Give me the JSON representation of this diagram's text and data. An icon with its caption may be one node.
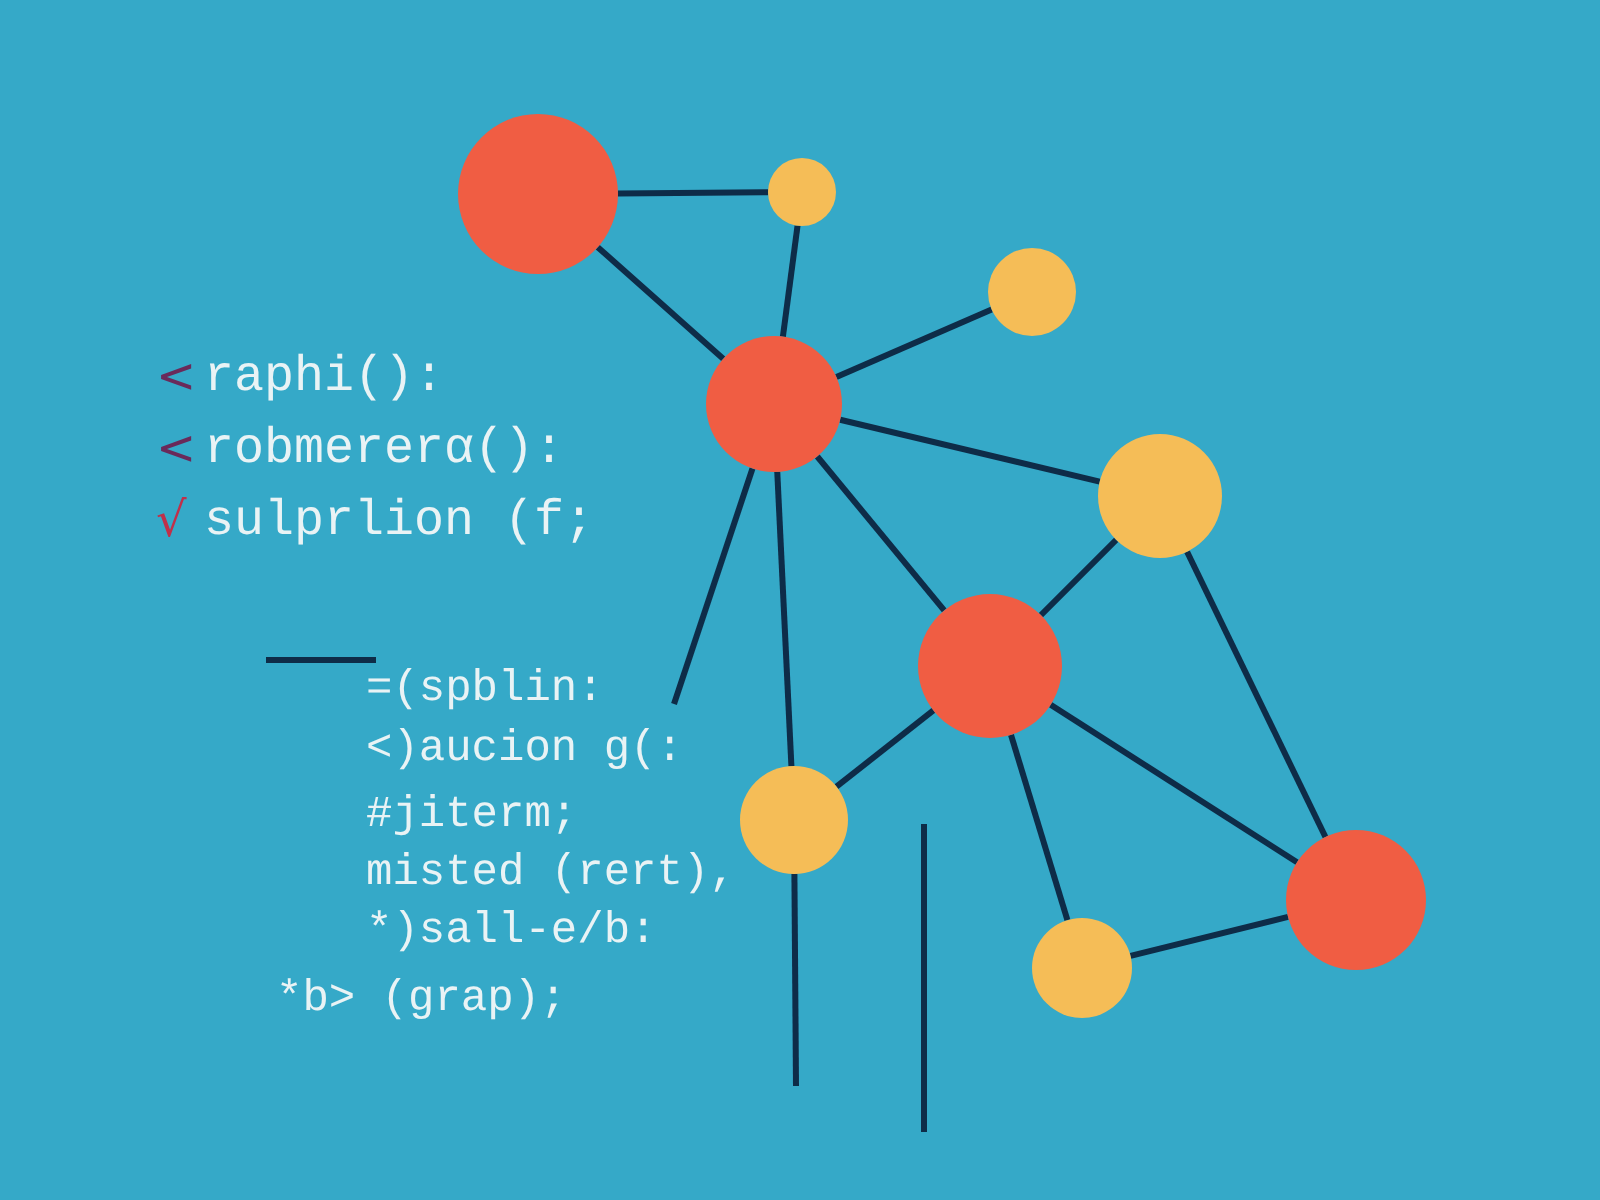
{
  "diagram": {
    "nodes": [
      {
        "text": [],
        "shape": "circle"
      },
      {
        "text": [],
        "shape": "circle"
      },
      {
        "text": [],
        "shape": "circle"
      },
      {
        "text": [],
        "shape": "circle"
      },
      {
        "text": [],
        "shape": "circle"
      },
      {
        "text": [],
        "shape": "circle"
      },
      {
        "text": [],
        "shape": "circle"
      },
      {
        "text": [],
        "shape": "circle"
      },
      {
        "text": [],
        "shape": "circle"
      }
    ],
    "edges": [
      {
        "from": 0,
        "to": 1,
        "arrow": "none"
      },
      {
        "from": 0,
        "to": 3,
        "arrow": "none"
      },
      {
        "from": 1,
        "to": 3,
        "arrow": "none"
      },
      {
        "from": 3,
        "to": 2,
        "arrow": "none"
      },
      {
        "from": 3,
        "to": 4,
        "arrow": "none"
      },
      {
        "from": 3,
        "to": null,
        "arrow": "none"
      },
      {
        "from": 3,
        "to": 6,
        "arrow": "none"
      },
      {
        "from": 3,
        "to": 5,
        "arrow": "none"
      },
      {
        "from": 4,
        "to": 5,
        "arrow": "none"
      },
      {
        "from": 4,
        "to": 8,
        "arrow": "none"
      },
      {
        "from": 5,
        "to": 6,
        "arrow": "none"
      },
      {
        "from": 5,
        "to": 7,
        "arrow": "none"
      },
      {
        "from": 5,
        "to": 8,
        "arrow": "none"
      },
      {
        "from": 7,
        "to": 8,
        "arrow": "none"
      },
      {
        "from": 6,
        "to": null,
        "arrow": "none"
      }
    ],
    "labels": [
      "<",
      "raphi():",
      "<",
      "robmererα():",
      "√",
      "sulprlion (f;",
      "=(spblin:",
      "<)aucion g(:",
      "#jiterm;",
      "misted (rert),",
      "*)sall-e/b:",
      "*b> (grap);"
    ]
  }
}
